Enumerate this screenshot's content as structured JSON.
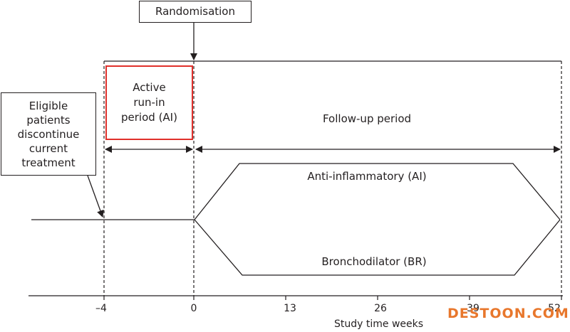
{
  "randomisation_label": "Randomisation",
  "eligible_label": "Eligible\npatients\ndiscontinue\ncurrent\ntreatment",
  "runin_label": "Active\nrun-in\nperiod (AI)",
  "followup_label": "Follow-up period",
  "arms": {
    "upper": "Anti-inflammatory (AI)",
    "lower": "Bronchodilator (BR)"
  },
  "axis": {
    "title": "Study time weeks",
    "ticks": [
      "–4",
      "0",
      "13",
      "26",
      "39",
      "52"
    ]
  },
  "watermark": "DESTOON.COM",
  "colors": {
    "runin_border": "#e0302b",
    "line": "#231f20",
    "watermark": "#e8772c"
  }
}
